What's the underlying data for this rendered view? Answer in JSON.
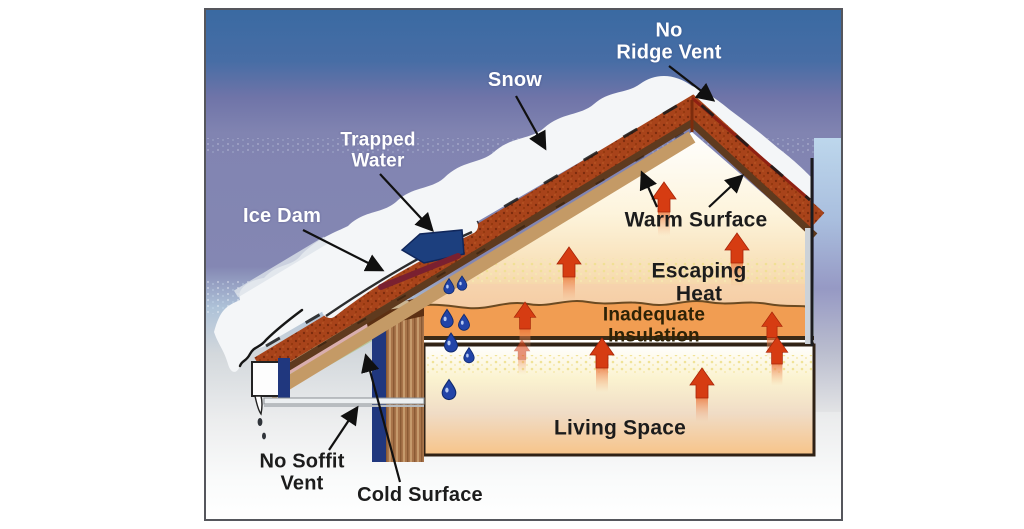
{
  "figure": {
    "type": "illustrated-diagram",
    "subject": "Ice dam formation on a roof caused by escaping heat, inadequate insulation and missing ventilation",
    "labels": {
      "snow": "Snow",
      "no_ridge_vent": "No\nRidge Vent",
      "trapped_water": "Trapped\nWater",
      "ice_dam": "Ice Dam",
      "warm_surface": "Warm Surface",
      "escaping_heat": "Escaping Heat",
      "inadequate_insulation": "Inadequate Insulation",
      "living_space": "Living Space",
      "no_soffit_vent": "No Soffit\nVent",
      "cold_surface": "Cold Surface"
    },
    "colors": {
      "sky_top_blue": "#3a6aa2",
      "sky_purple": "#8487b3",
      "sky_light_blue_band": "#aec8e2",
      "ground_gray": "#d3d8dc",
      "snow_white": "#f4f6f8",
      "roof_shingles_rust": "#a8431a",
      "roof_deck_brown": "#5f3a1e",
      "rafter_tan": "#c49a66",
      "trapped_water_navy": "#1c3f7e",
      "droplet_blue": "#2244a8",
      "insulation_orange": "#f19d52",
      "living_space_orange": "#f7c489",
      "heat_arrow_red": "#d63c12",
      "heat_arrow_fade": "#f4a878",
      "leader_arrow_black": "#101010",
      "label_light": "#ffffff",
      "label_dark": "#1c1c1c"
    }
  }
}
